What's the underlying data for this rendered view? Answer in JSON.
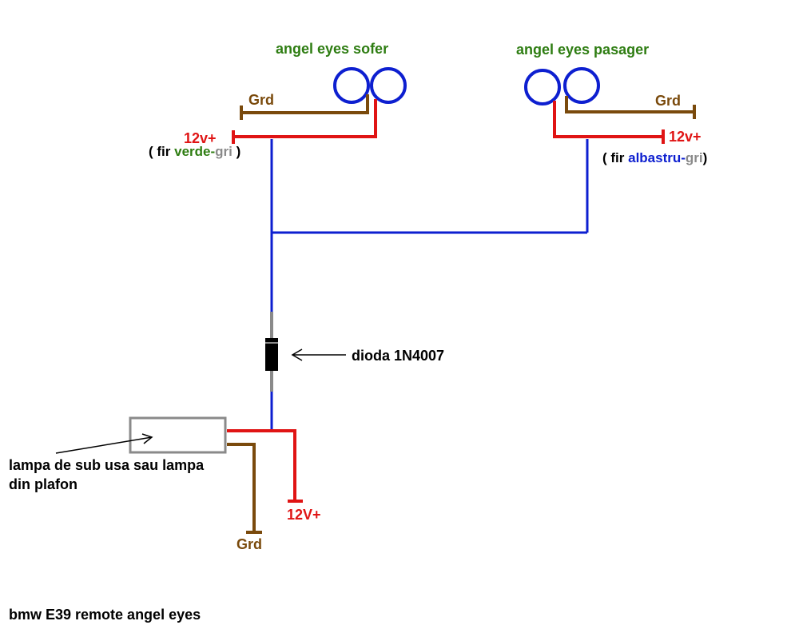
{
  "colors": {
    "green": "#2e7d12",
    "brown": "#7a4a0c",
    "red": "#e01414",
    "blue": "#0d1fd0",
    "gray": "#8a8a8a",
    "black": "#000000"
  },
  "labels": {
    "driver_title": "angel eyes sofer",
    "passenger_title": "angel eyes pasager",
    "driver_grd": "Grd",
    "passenger_grd": "Grd",
    "driver_12v": "12v+",
    "passenger_12v": "12v+",
    "driver_wire_open": "( fir ",
    "driver_wire_color": "verde-",
    "driver_wire_gray": "gri",
    "driver_wire_close": " )",
    "passenger_wire_open": "( fir ",
    "passenger_wire_color": "albastru-",
    "passenger_wire_gray": "gri",
    "passenger_wire_close": ")",
    "diode": "dioda 1N4007",
    "lamp_line1": "lampa de sub usa sau lampa",
    "lamp_line2": "din plafon",
    "bottom_12v": "12V+",
    "bottom_grd": "Grd",
    "caption": "bmw E39 remote angel eyes"
  }
}
